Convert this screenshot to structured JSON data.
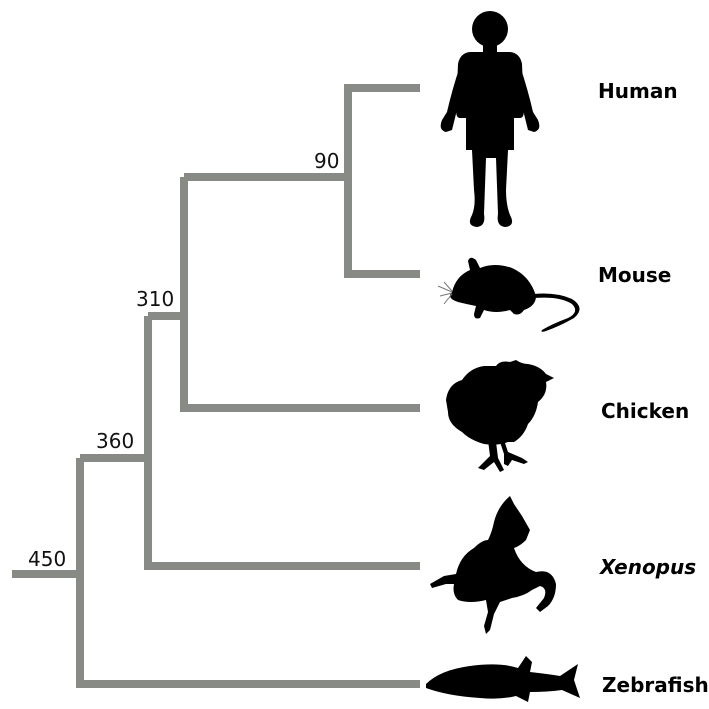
{
  "tree": {
    "nodes": [
      {
        "id": "n450",
        "label": "450"
      },
      {
        "id": "n360",
        "label": "360"
      },
      {
        "id": "n310",
        "label": "310"
      },
      {
        "id": "n90",
        "label": "90"
      }
    ],
    "taxa": [
      {
        "id": "human",
        "label": "Human",
        "italic": false,
        "icon": "human-silhouette-icon"
      },
      {
        "id": "mouse",
        "label": "Mouse",
        "italic": false,
        "icon": "mouse-silhouette-icon"
      },
      {
        "id": "chicken",
        "label": "Chicken",
        "italic": false,
        "icon": "chicken-silhouette-icon"
      },
      {
        "id": "xenopus",
        "label": "Xenopus",
        "italic": true,
        "icon": "frog-silhouette-icon"
      },
      {
        "id": "zebrafish",
        "label": "Zebrafish",
        "italic": false,
        "icon": "fish-silhouette-icon"
      }
    ]
  },
  "colors": {
    "branch": "#878a85",
    "silhouette": "#000000"
  }
}
